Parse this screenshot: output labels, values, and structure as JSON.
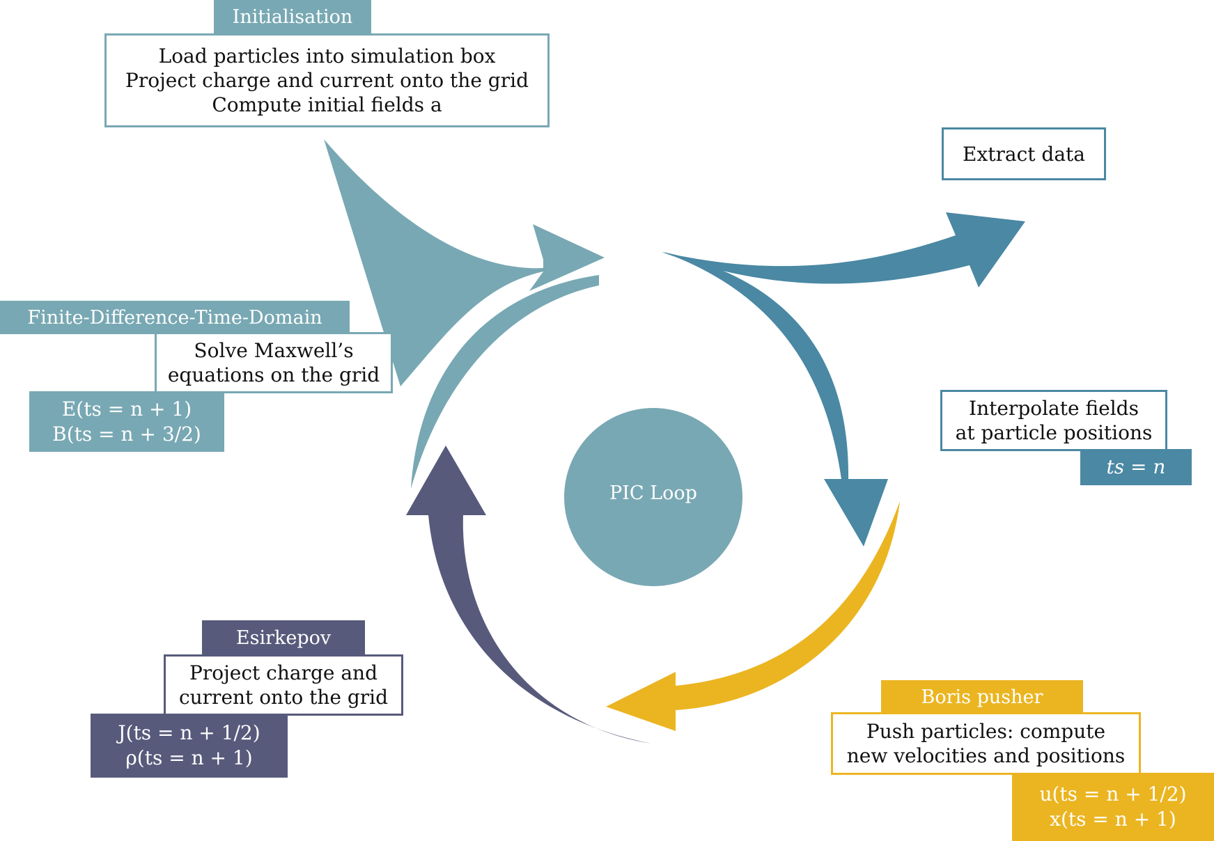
{
  "colors": {
    "teal": "#78a8b3",
    "blue": "#4a88a3",
    "navy": "#575a7b",
    "gold": "#ebb521"
  },
  "center": {
    "label": "PIC Loop"
  },
  "initialisation": {
    "title": "Initialisation",
    "lines": [
      "Load particles into simulation box",
      "Project charge and current onto the grid",
      "Compute initial fields a"
    ]
  },
  "extract": {
    "label": "Extract data"
  },
  "fdtd": {
    "title": "Finite-Difference-Time-Domain",
    "lines": [
      "Solve Maxwell’s",
      "equations on the grid"
    ],
    "values": [
      "E(ts = n + 1)",
      "B(ts = n + 3/2)"
    ]
  },
  "interpolate": {
    "lines": [
      "Interpolate fields",
      "at particle positions"
    ],
    "values": [
      "ts = n"
    ]
  },
  "esirkepov": {
    "title": "Esirkepov",
    "lines": [
      "Project charge and",
      "current onto the grid"
    ],
    "values": [
      "J(ts = n + 1/2)",
      "ρ(ts = n + 1)"
    ]
  },
  "boris": {
    "title": "Boris pusher",
    "lines": [
      "Push particles: compute",
      "new velocities and positions"
    ],
    "values": [
      "u(ts = n + 1/2)",
      "x(ts = n + 1)"
    ]
  }
}
